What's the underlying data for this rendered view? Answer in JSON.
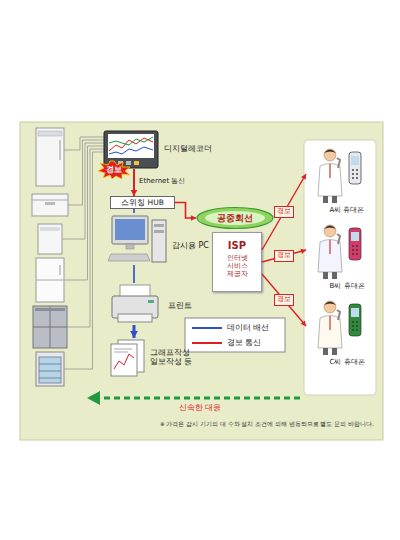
{
  "diagram": {
    "nodes": [
      {
        "text": [
          "디지털레코더"
        ]
      },
      {
        "text": [
          "경보"
        ]
      },
      {
        "text": [
          "스위칭 HUB"
        ]
      },
      {
        "text": [
          "감시용 PC"
        ]
      },
      {
        "text": [
          "프린트"
        ]
      },
      {
        "text": [
          "그래프작성 일보작성 등"
        ]
      },
      {
        "text": [
          "공중회선"
        ]
      },
      {
        "text": [
          "ISP",
          "인터넷 서비스 제공자"
        ]
      },
      {
        "text": [
          "A씨 휴대폰"
        ]
      },
      {
        "text": [
          "B씨 휴대폰"
        ]
      },
      {
        "text": [
          "C씨 휴대폰"
        ]
      }
    ],
    "edges": [
      {
        "from": 0,
        "to": 2,
        "arrow": "to",
        "label": "Ethernet 통신"
      },
      {
        "from": 2,
        "to": 6,
        "arrow": "to"
      },
      {
        "from": 2,
        "to": 3,
        "arrow": "none"
      },
      {
        "from": 3,
        "to": 4,
        "arrow": "none"
      },
      {
        "from": 4,
        "to": 5,
        "arrow": "to"
      },
      {
        "from": 7,
        "to": 8,
        "arrow": "to",
        "label": "경보"
      },
      {
        "from": 7,
        "to": 9,
        "arrow": "to",
        "label": "경보"
      },
      {
        "from": 7,
        "to": 10,
        "arrow": "to",
        "label": "경보"
      }
    ],
    "labels": [
      "신속한 대응",
      "※ 가격은 감시 기기의 대 수와 설치 조건에 의해 변동되므로 별도 문의 바랍니다."
    ],
    "legend": [
      {
        "text": "데이터 배선"
      },
      {
        "text": "경보 통신"
      }
    ]
  }
}
